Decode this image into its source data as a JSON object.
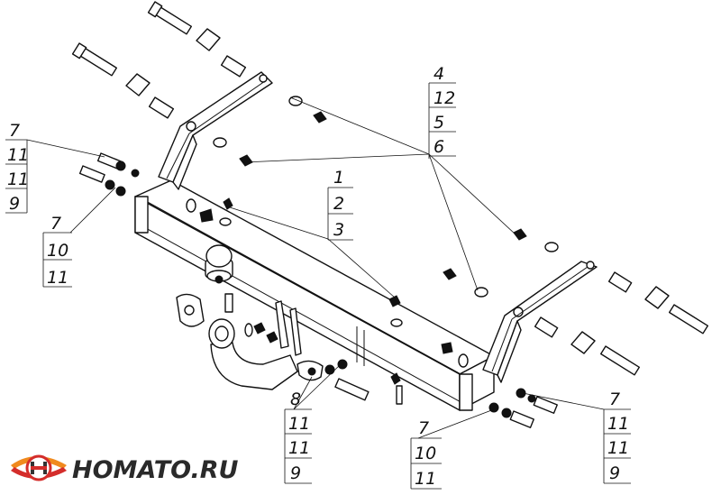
{
  "callouts": {
    "top_right": [
      "4",
      "12",
      "5",
      "6"
    ],
    "left_top": [
      "7",
      "11",
      "11",
      "9"
    ],
    "left_mid": [
      "7",
      "10",
      "11"
    ],
    "center": [
      "1",
      "2",
      "3"
    ],
    "bottom_center": [
      "8",
      "11",
      "11",
      "9"
    ],
    "bottom_mid": [
      "7",
      "10",
      "11"
    ],
    "bottom_right": [
      "7",
      "11",
      "11",
      "9"
    ]
  },
  "brand": {
    "name": "HOMATO.RU",
    "colors": {
      "red": "#d42d2b",
      "orange": "#f08a1e",
      "dark": "#333333"
    }
  }
}
